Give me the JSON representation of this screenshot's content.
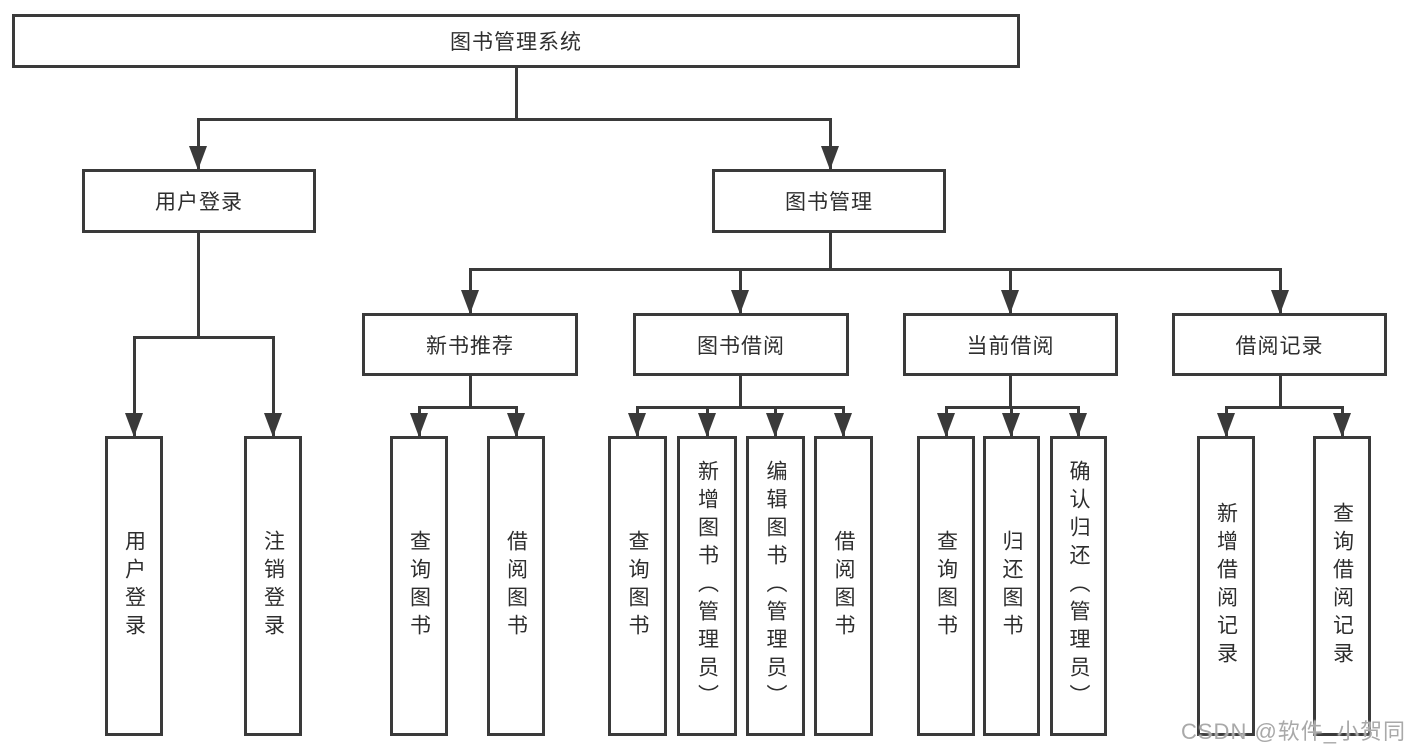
{
  "diagram_title": "图书管理系统",
  "nodes": {
    "root": "图书管理系统",
    "user_login": "用户登录",
    "book_mgmt": "图书管理",
    "new_rec": "新书推荐",
    "borrow": "图书借阅",
    "current": "当前借阅",
    "record": "借阅记录",
    "leaf_login": "用户登录",
    "leaf_logout": "注销登录",
    "leaf_rec_query": "查询图书",
    "leaf_rec_borrow": "借阅图书",
    "leaf_bor_query": "查询图书",
    "leaf_bor_add": "新增图书（管理员）",
    "leaf_bor_edit": "编辑图书（管理员）",
    "leaf_bor_borrow": "借阅图书",
    "leaf_cur_query": "查询图书",
    "leaf_cur_return": "归还图书",
    "leaf_cur_confirm": "确认归还（管理员）",
    "leaf_rcd_add": "新增借阅记录",
    "leaf_rcd_query": "查询借阅记录"
  },
  "hierarchy": {
    "图书管理系统": {
      "用户登录": [
        "用户登录",
        "注销登录"
      ],
      "图书管理": {
        "新书推荐": [
          "查询图书",
          "借阅图书"
        ],
        "图书借阅": [
          "查询图书",
          "新增图书（管理员）",
          "编辑图书（管理员）",
          "借阅图书"
        ],
        "当前借阅": [
          "查询图书",
          "归还图书",
          "确认归还（管理员）"
        ],
        "借阅记录": [
          "新增借阅记录",
          "查询借阅记录"
        ]
      }
    }
  },
  "watermark": "CSDN @软件_小贺同学",
  "colors": {
    "line": "#3a3a3a",
    "text": "#2e2e2e",
    "watermark": "#a9a9a9",
    "background": "#ffffff"
  }
}
